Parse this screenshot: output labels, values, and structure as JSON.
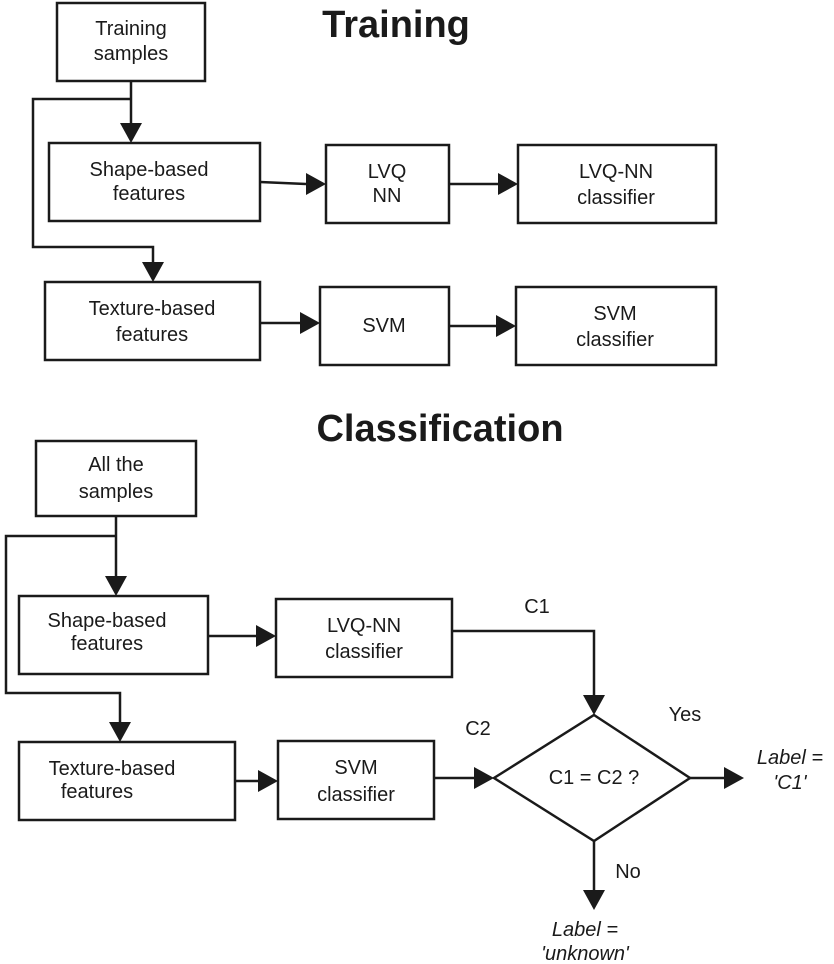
{
  "training": {
    "title": "Training",
    "training_samples": [
      "Training",
      "samples"
    ],
    "shape_features": [
      "Shape-based",
      "features"
    ],
    "lvq_nn": [
      "LVQ",
      "NN"
    ],
    "lvq_nn_classifier": [
      "LVQ-NN",
      "classifier"
    ],
    "texture_features": [
      "Texture-based",
      "features"
    ],
    "svm": [
      "SVM"
    ],
    "svm_classifier": [
      "SVM",
      "classifier"
    ]
  },
  "classification": {
    "title": "Classification",
    "all_samples": [
      "All the",
      "samples"
    ],
    "shape_features": [
      "Shape-based",
      "features"
    ],
    "lvq_nn_classifier": [
      "LVQ-NN",
      "classifier"
    ],
    "texture_features": [
      "Texture-based",
      "features"
    ],
    "svm_classifier": [
      "SVM",
      "classifier"
    ],
    "decision": "C1 = C2 ?",
    "c1_label": "C1",
    "c2_label": "C2",
    "yes_label": "Yes",
    "no_label": "No",
    "label_c1": [
      "Label =",
      "'C1'"
    ],
    "label_unknown": [
      "Label =",
      "'unknown'"
    ]
  }
}
